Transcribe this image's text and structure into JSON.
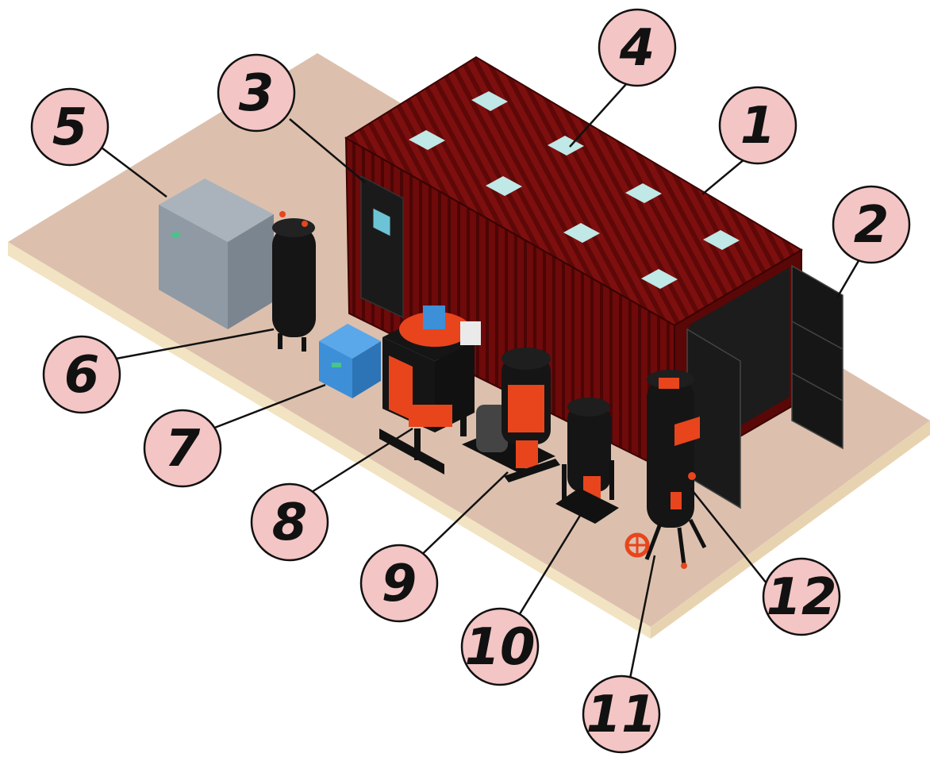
{
  "callouts": [
    {
      "id": "c1",
      "label": "1"
    },
    {
      "id": "c2",
      "label": "2"
    },
    {
      "id": "c3",
      "label": "3"
    },
    {
      "id": "c4",
      "label": "4"
    },
    {
      "id": "c5",
      "label": "5"
    },
    {
      "id": "c6",
      "label": "6"
    },
    {
      "id": "c7",
      "label": "7"
    },
    {
      "id": "c8",
      "label": "8"
    },
    {
      "id": "c9",
      "label": "9"
    },
    {
      "id": "c10",
      "label": "10"
    },
    {
      "id": "c11",
      "label": "11"
    },
    {
      "id": "c12",
      "label": "12"
    }
  ],
  "colors": {
    "platform_top": "#dcc0ad",
    "platform_side": "#f3e4c4",
    "container_roof": "#7a0d0d",
    "container_side": "#5a0707",
    "skylight": "#bfe8e6",
    "callout_fill": "#f3c5c4",
    "equipment_black": "#151515",
    "equipment_orange": "#e8451d",
    "compressor_grey": "#8f9aa5",
    "dryer_blue": "#3d8fd8"
  }
}
